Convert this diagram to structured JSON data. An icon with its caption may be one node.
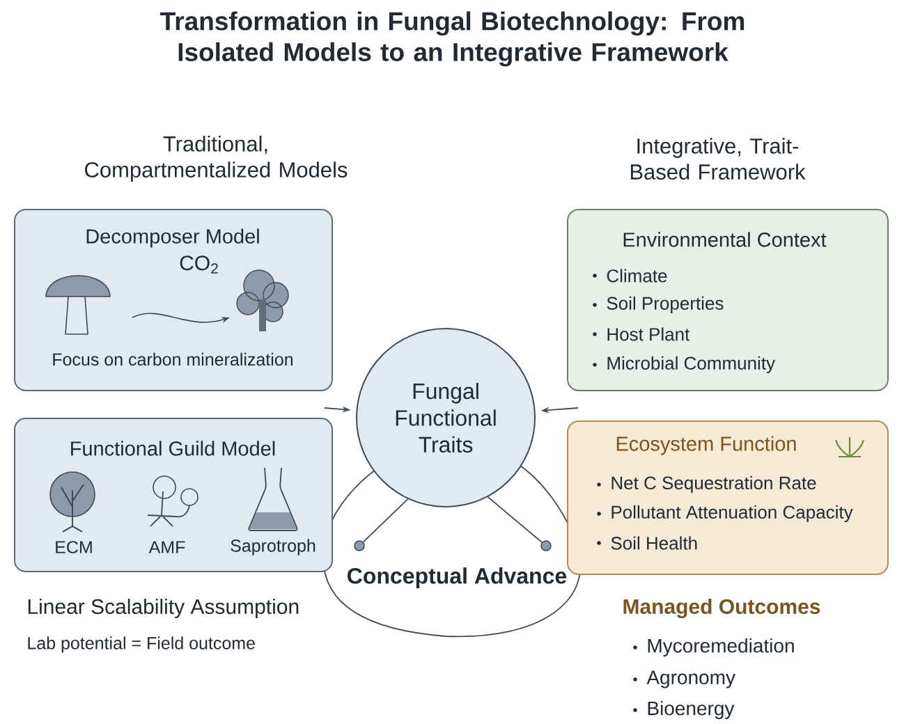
{
  "diagram": {
    "title": "Transformation in Fungal Biotechnology: From Isolated Models to an Integrative Framework",
    "nodes": [
      {
        "text": [
          "Decomposer Model",
          "CO$_{2}$",
          "Focus on carbon mineralization"
        ]
      },
      {
        "text": [
          "Functional Guild Model",
          "ECM",
          "AMF",
          "Saprotroph"
        ]
      },
      {
        "text": [
          "Fungal Functional Traits"
        ]
      },
      {
        "text": [
          "Environmental Context",
          "Climate",
          "Soil Properties",
          "Host Plant",
          "Microbial Community"
        ]
      },
      {
        "text": [
          "Ecosystem Function",
          "Net C Sequestration Rate",
          "Pollutant Attenuation Capacity",
          "Soil Health"
        ]
      },
      {
        "text": [
          "Conceptual Advance"
        ]
      },
      {
        "text": [],
        "shape": "circle"
      },
      {
        "text": [],
        "shape": "circle"
      }
    ],
    "edges": [
      {
        "from": 1,
        "to": 2,
        "arrow": "to"
      },
      {
        "from": 4,
        "to": 2,
        "arrow": "to"
      },
      {
        "from": 2,
        "to": 6,
        "arrow": "none"
      },
      {
        "from": 2,
        "to": 7,
        "arrow": "none"
      }
    ],
    "labels": [
      "Traditional, Compartmentalized Models",
      "Integrative, Trait-Based Framework",
      "Linear Scalability Assumption",
      "Lab potential = Field outcome",
      "Managed Outcomes",
      "Mycoremediation",
      "Agronomy",
      "Bioenergy"
    ]
  }
}
